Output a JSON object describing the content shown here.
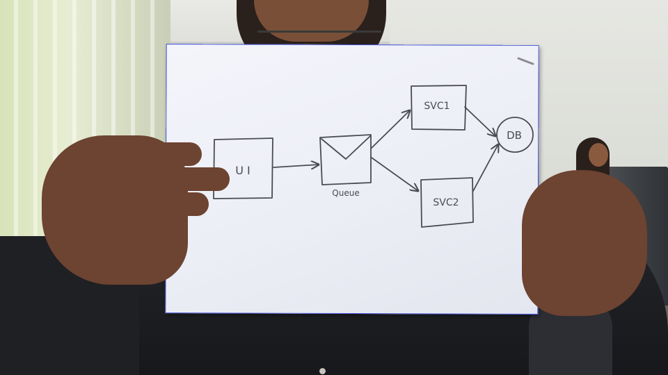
{
  "diagram": {
    "nodes": {
      "ui": "U I",
      "queue": "Queue",
      "svc1": "SVC1",
      "svc2": "SVC2",
      "db": "DB"
    }
  },
  "colors": {
    "ink": "#4a4a52",
    "paper": "#f0f1f7",
    "shirt": "#1c1d21",
    "skin": "#6d4331"
  }
}
